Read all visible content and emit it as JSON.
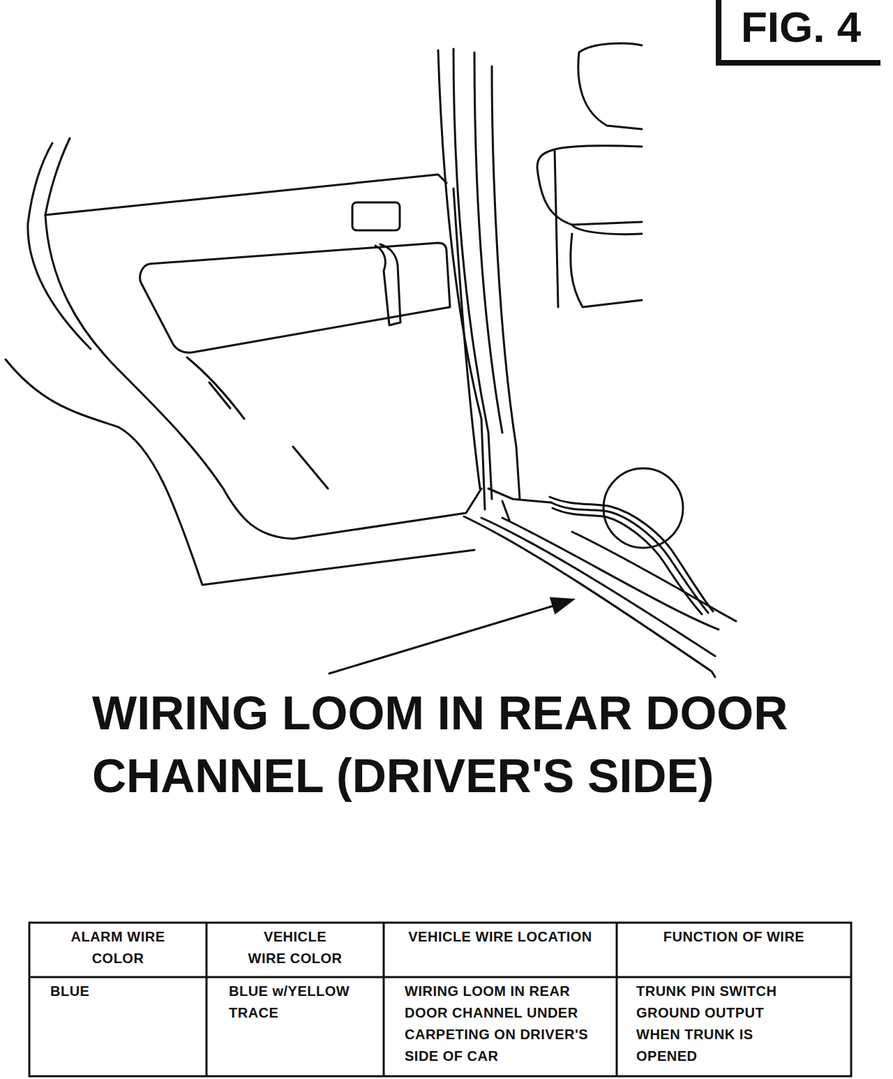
{
  "diagram": {
    "title": "FIG. 4",
    "caption": "WIRING LOOM IN REAR DOOR CHANNEL (DRIVER'S SIDE)",
    "labels": [
      "ALARM WIRE COLOR",
      "VEHICLE WIRE COLOR",
      "VEHICLE WIRE LOCATION",
      "FUNCTION OF WIRE",
      "BLUE",
      "BLUE w/YELLOW TRACE",
      "WIRING LOOM IN REAR DOOR CHANNEL UNDER CARPETING ON DRIVER'S SIDE OF CAR",
      "TRUNK PIN SWITCH GROUND OUTPUT WHEN TRUNK IS OPENED"
    ]
  }
}
